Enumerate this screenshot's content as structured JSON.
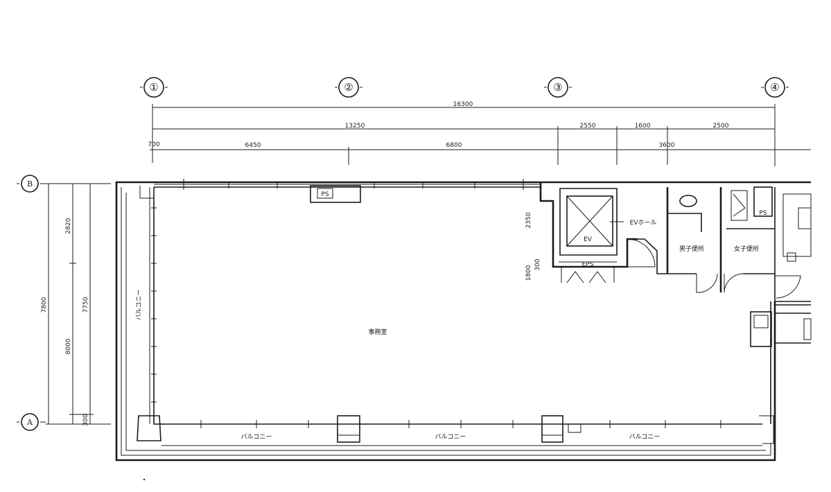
{
  "grid": {
    "columns": [
      "①",
      "②",
      "③",
      "④"
    ],
    "rows": [
      "B",
      "A"
    ]
  },
  "dimensions": {
    "overall": "16300",
    "sub_a": "13250",
    "sub_b_1": "2550",
    "sub_b_2": "1600",
    "sub_b_3": "2500",
    "row3_a": "700",
    "row3_b": "6450",
    "row3_c": "6800",
    "row3_d": "3600",
    "left_total": "7800",
    "left_seg_top": "2820",
    "left_seg_mid": "7750",
    "left_seg_lower": "8000",
    "left_seg_bottom": "300",
    "elev_dim_1": "2350",
    "elev_dim_2": "1800",
    "elev_dim_3": "300"
  },
  "rooms": {
    "main": "事務室",
    "elevator": "EV",
    "ps": "PS",
    "mech": "EPS",
    "elevator_hall": "EVホール",
    "toilet_1": "男子便所",
    "toilet_2": "女子便所",
    "balcony_left": "バルコニー",
    "balcony_bottom_1": "バルコニー",
    "balcony_bottom_2": "バルコニー",
    "balcony_bottom_3": "バルコニー"
  }
}
